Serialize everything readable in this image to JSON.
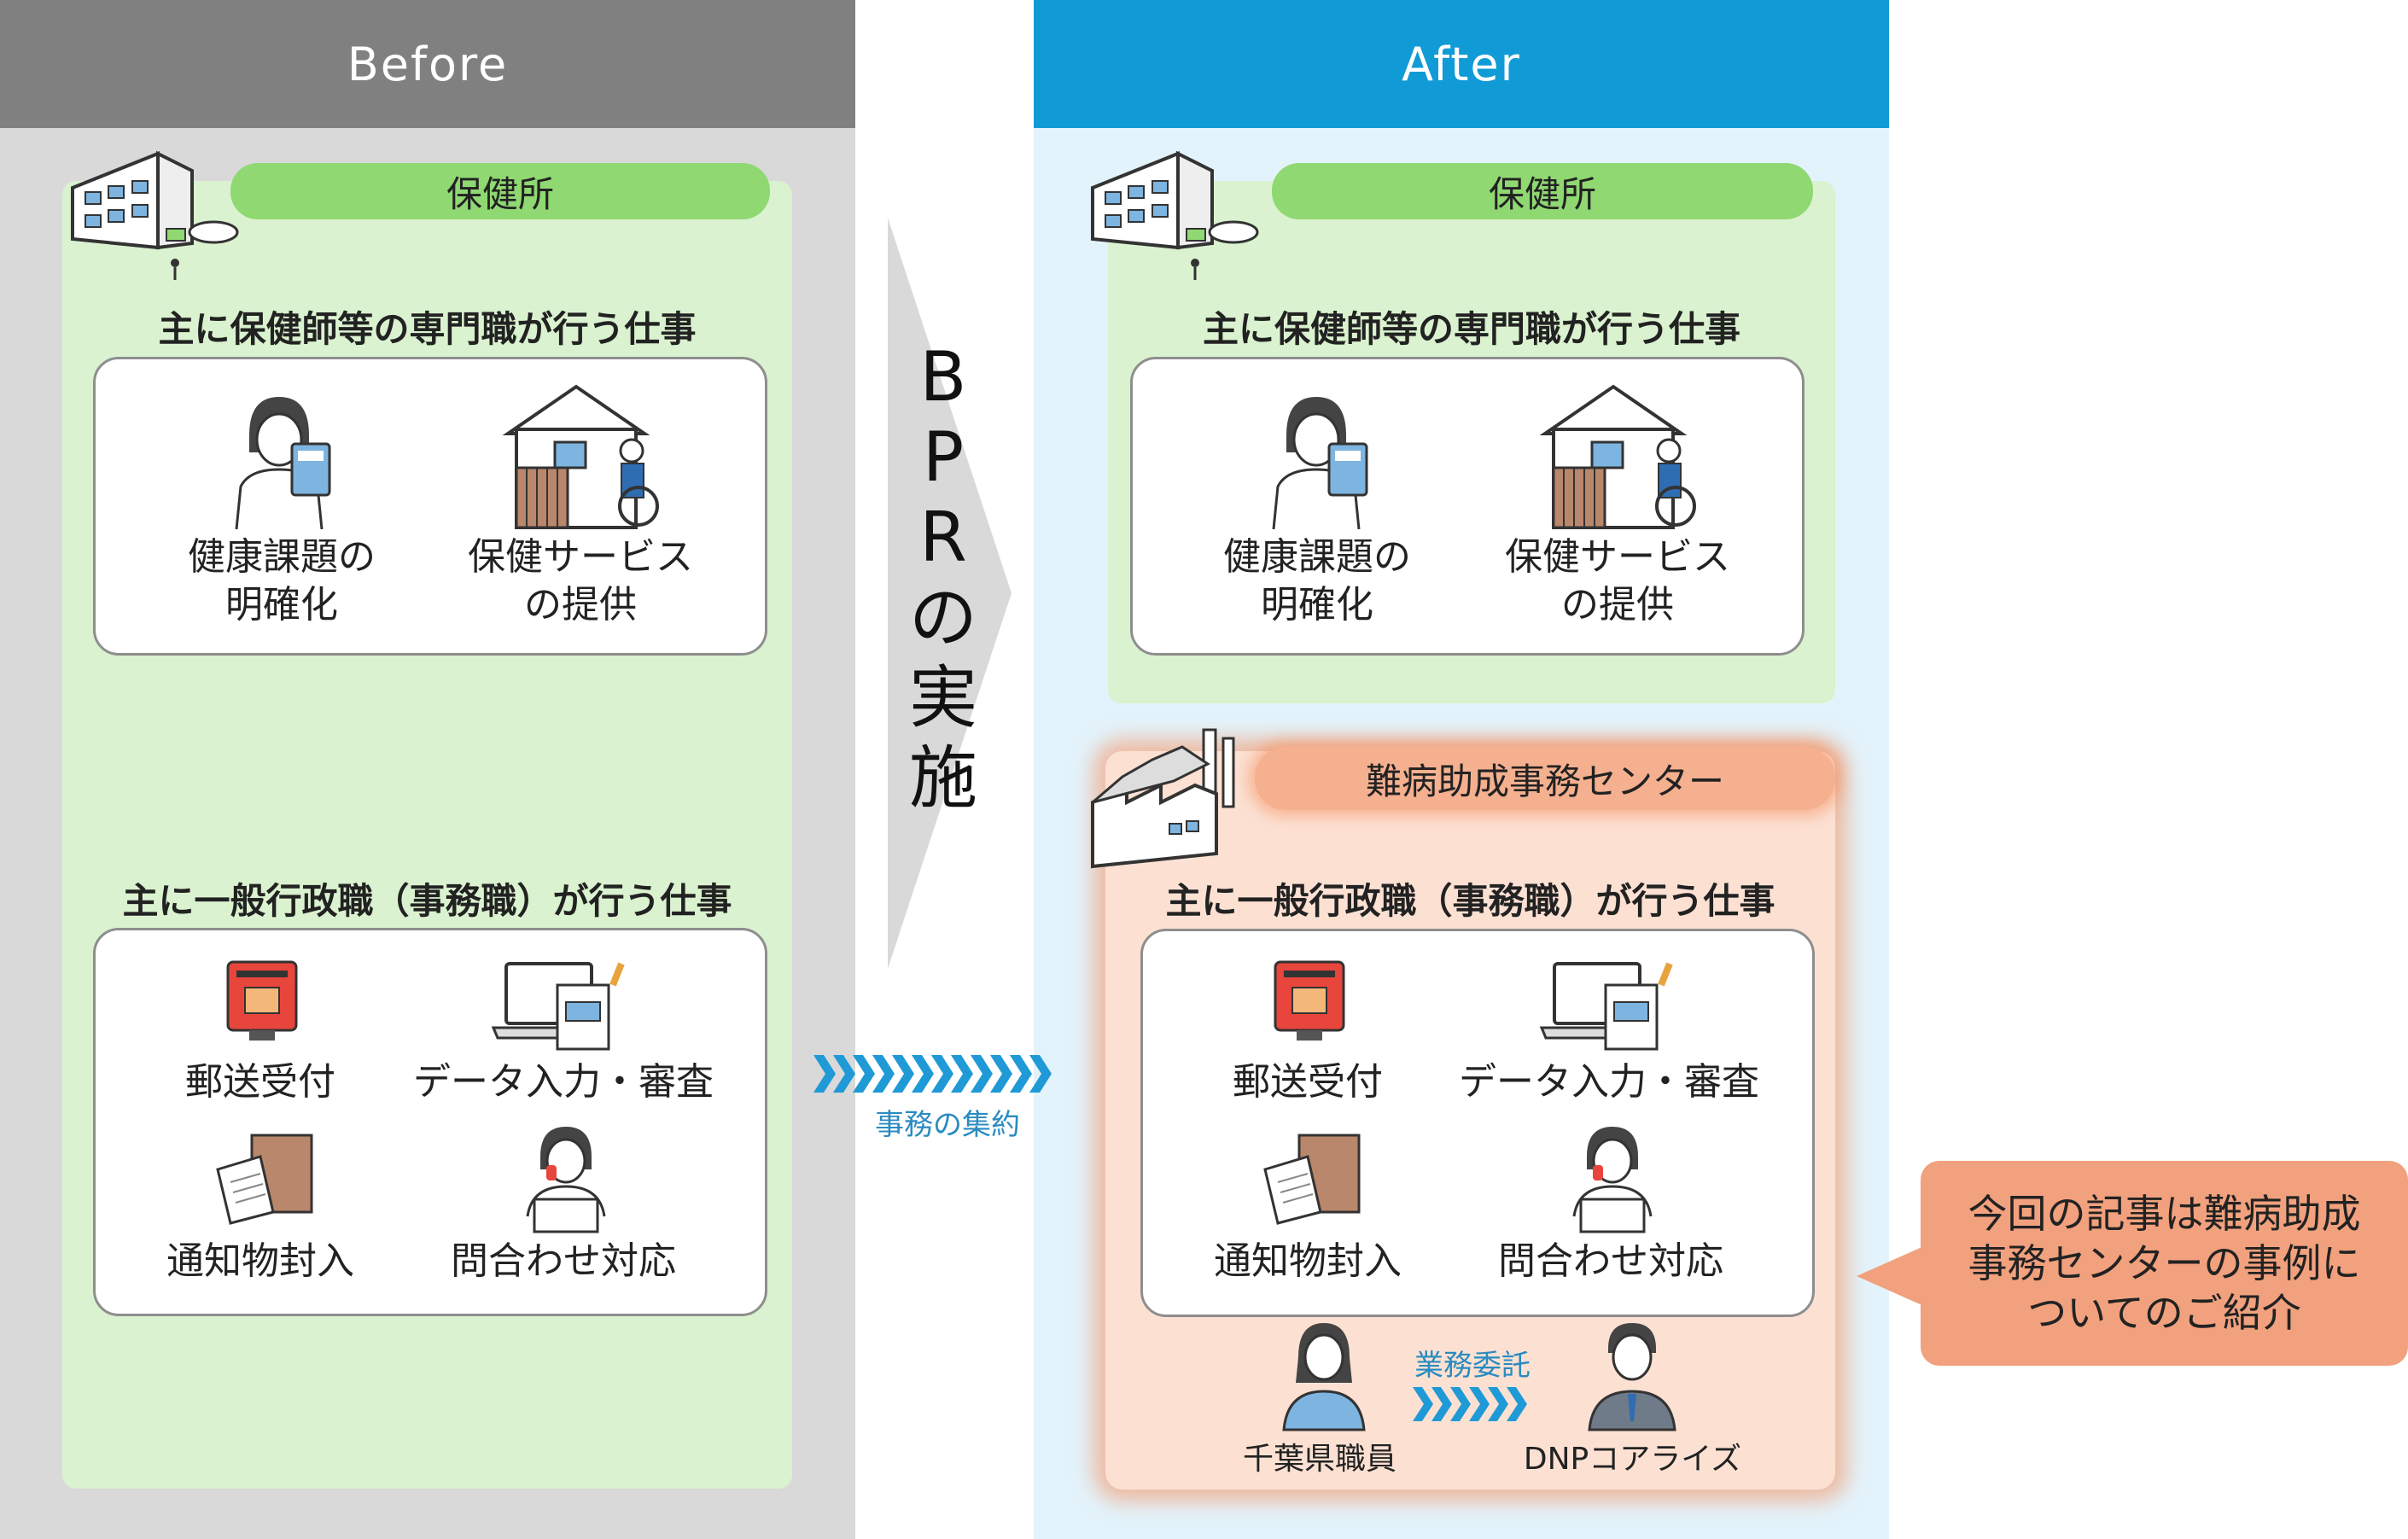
{
  "before": {
    "header": "Before",
    "facility": "保健所",
    "specialist_title": "主に保健師等の専門職が行う仕事",
    "specialist_tasks": [
      {
        "line1": "健康課題の",
        "line2": "明確化"
      },
      {
        "line1": "保健サービス",
        "line2": "の提供"
      }
    ],
    "general_title": "主に一般行政職（事務職）が行う仕事",
    "general_tasks": [
      "郵送受付",
      "データ入力・審査",
      "通知物封入",
      "問合わせ対応"
    ]
  },
  "transition": {
    "label": [
      "B",
      "P",
      "R",
      "の",
      "実",
      "施"
    ],
    "consolidation": "事務の集約"
  },
  "after": {
    "header": "After",
    "facility": "保健所",
    "specialist_title": "主に保健師等の専門職が行う仕事",
    "specialist_tasks": [
      {
        "line1": "健康課題の",
        "line2": "明確化"
      },
      {
        "line1": "保健サービス",
        "line2": "の提供"
      }
    ],
    "center": "難病助成事務センター",
    "general_title": "主に一般行政職（事務職）が行う仕事",
    "general_tasks": [
      "郵送受付",
      "データ入力・審査",
      "通知物封入",
      "問合わせ対応"
    ],
    "outsourcing": "業務委託",
    "client": "千葉県職員",
    "vendor": "DNPコアライズ"
  },
  "callout": [
    "今回の記事は難病助成",
    "事務センターの事例に",
    "ついてのご紹介"
  ],
  "colors": {
    "before_header": "#808080",
    "after_header": "#119bd6",
    "green_panel": "#daf2cf",
    "pill_green": "#8fd872",
    "orange_panel": "#fce1d3",
    "callout": "#f1a17e",
    "arrow_blue": "#1f9ad6"
  }
}
